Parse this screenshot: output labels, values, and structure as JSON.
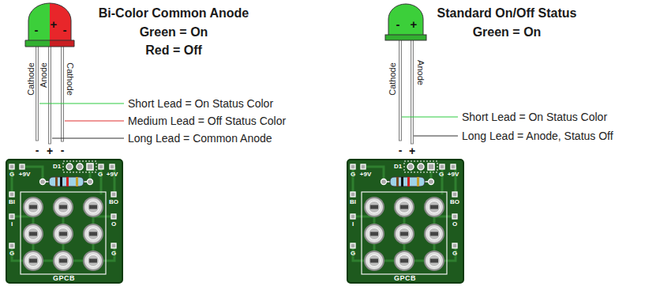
{
  "diagram": {
    "labels": [
      "Bi-Color Common Anode",
      "Green = On",
      "Red = Off",
      "-",
      "+",
      "-",
      "Cathode",
      "Anode",
      "Cathode",
      "Short Lead = On Status Color",
      "Medium Lead = Off Status Color",
      "Long Lead = Common Anode",
      "-",
      "+",
      "-",
      "G",
      "+9V",
      "D1",
      "G",
      "+9V",
      "BI",
      "BO",
      "I",
      "O",
      "G",
      "G",
      "GPCB",
      "Standard On/Off Status",
      "Green = On",
      "-",
      "+",
      "Cathode",
      "Anode",
      "Short Lead = On Status Color",
      "Long Lead = Anode, Status Off",
      "-",
      "+",
      "G",
      "+9V",
      "D1",
      "G",
      "+9V",
      "BI",
      "BO",
      "I",
      "O",
      "G",
      "G",
      "GPCB"
    ]
  }
}
